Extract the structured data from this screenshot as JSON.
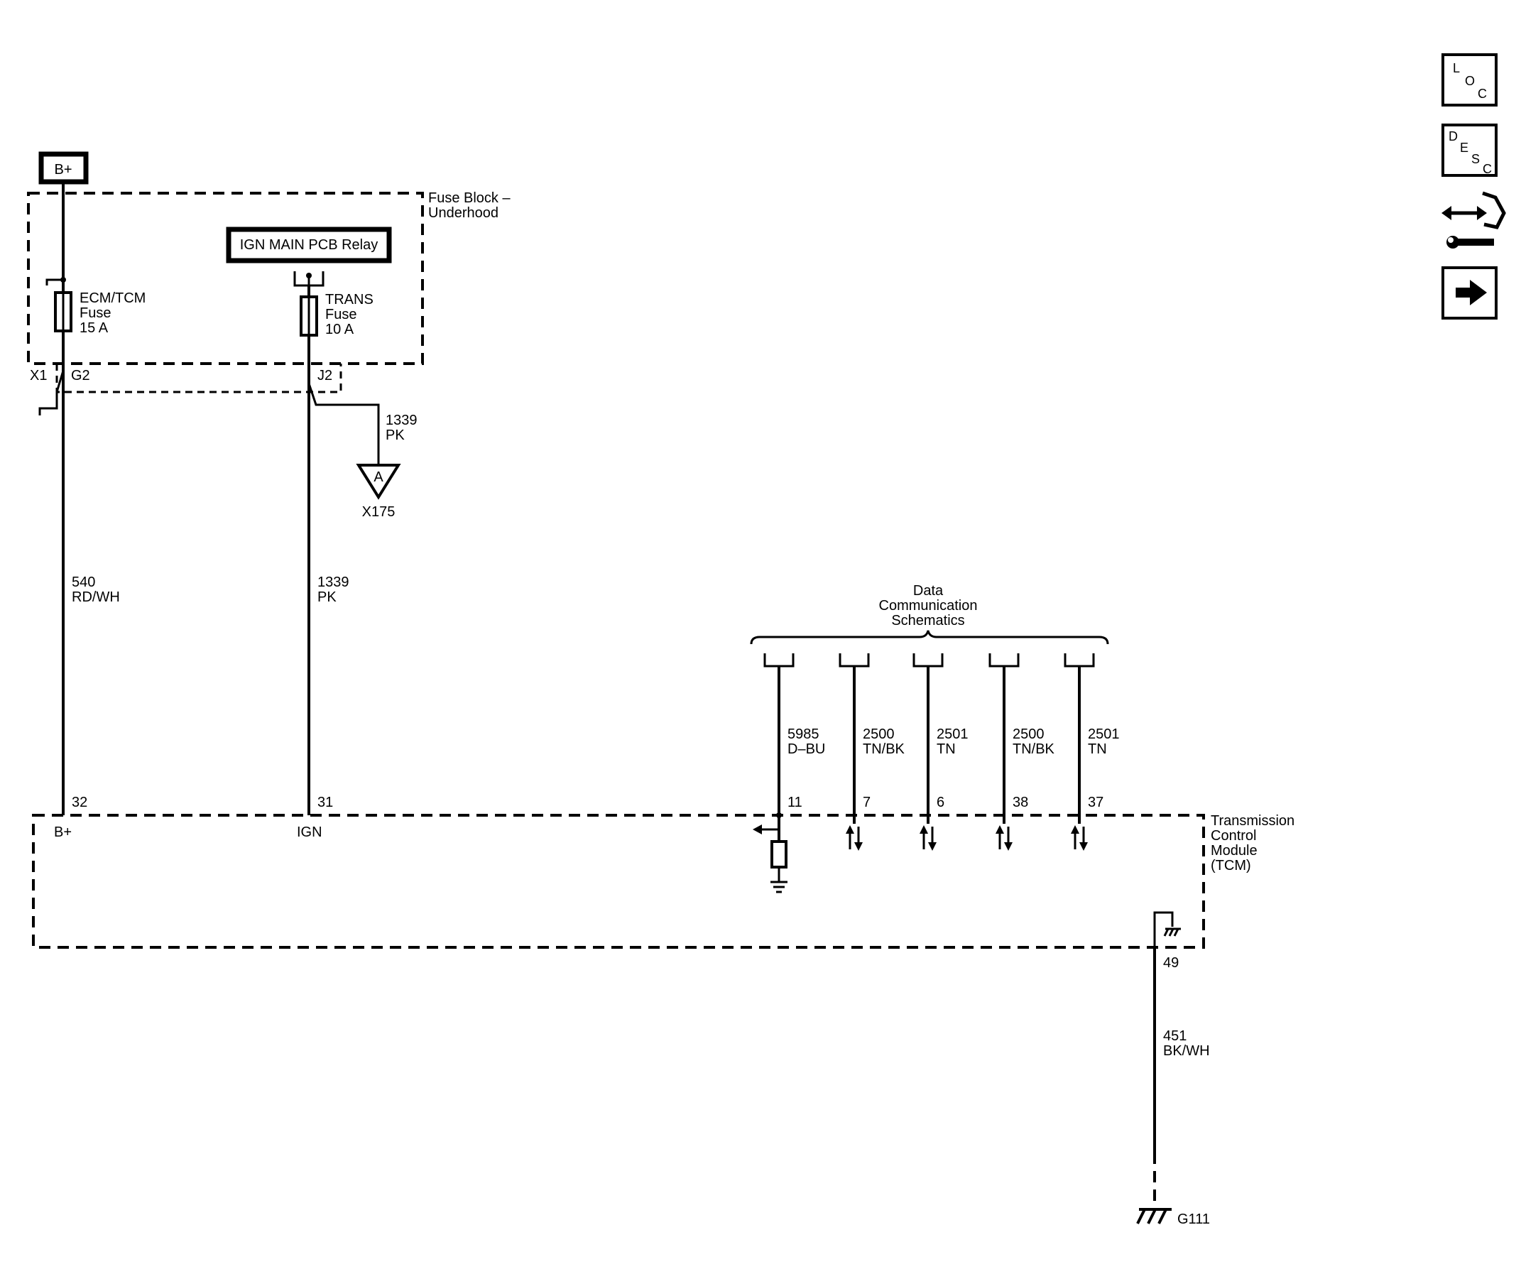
{
  "labels": {
    "b_plus_source": "B+",
    "fuse_block_line1": "Fuse Block –",
    "fuse_block_line2": "Underhood",
    "relay": "IGN MAIN PCB Relay",
    "fuse_ecm_line1": "ECM/TCM",
    "fuse_ecm_line2": "Fuse",
    "fuse_ecm_line3": "15 A",
    "fuse_trans_line1": "TRANS",
    "fuse_trans_line2": "Fuse",
    "fuse_trans_line3": "10 A",
    "conn_x1": "X1",
    "conn_g2": "G2",
    "conn_j2": "J2",
    "splice_wire_num": "1339",
    "splice_wire_color": "PK",
    "splice_letter": "A",
    "splice_conn": "X175",
    "wire_540_num": "540",
    "wire_540_color": "RD/WH",
    "wire_1339_num": "1339",
    "wire_1339_color": "PK",
    "data_comm_line1": "Data",
    "data_comm_line2": "Communication",
    "data_comm_line3": "Schematics",
    "dc_wires": [
      {
        "num": "5985",
        "color": "D–BU",
        "pin": "11"
      },
      {
        "num": "2500",
        "color": "TN/BK",
        "pin": "7"
      },
      {
        "num": "2501",
        "color": "TN",
        "pin": "6"
      },
      {
        "num": "2500",
        "color": "TN/BK",
        "pin": "38"
      },
      {
        "num": "2501",
        "color": "TN",
        "pin": "37"
      }
    ],
    "pin_32": "32",
    "pin_31": "31",
    "pin_b_plus": "B+",
    "pin_ign": "IGN",
    "tcm_line1": "Transmission",
    "tcm_line2": "Control",
    "tcm_line3": "Module",
    "tcm_line4": "(TCM)",
    "pin_49": "49",
    "wire_451_num": "451",
    "wire_451_color": "BK/WH",
    "ground": "G111"
  },
  "icons": {
    "loc_1": "L",
    "loc_2": "O",
    "loc_3": "C",
    "desc_1": "D",
    "desc_2": "E",
    "desc_3": "S",
    "desc_4": "C"
  }
}
